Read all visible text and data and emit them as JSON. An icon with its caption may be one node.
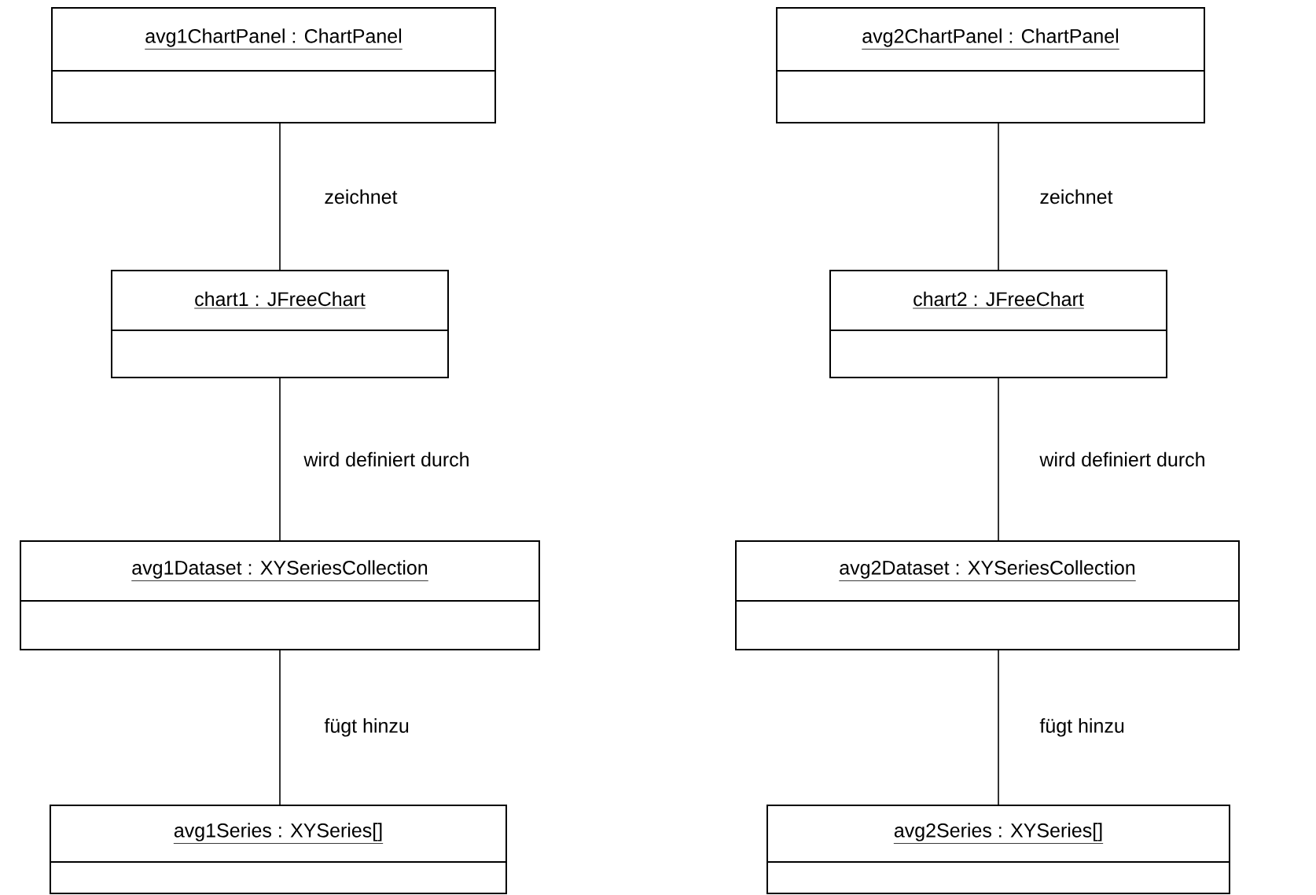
{
  "diagram": {
    "nodes": [
      {
        "text": [
          "avg1ChartPanel : ChartPanel"
        ]
      },
      {
        "text": [
          "chart1 : JFreeChart"
        ]
      },
      {
        "text": [
          "avg1Dataset : XYSeriesCollection"
        ]
      },
      {
        "text": [
          "avg1Series : XYSeries[]"
        ]
      },
      {
        "text": [
          "avg2ChartPanel : ChartPanel"
        ]
      },
      {
        "text": [
          "chart2 : JFreeChart"
        ]
      },
      {
        "text": [
          "avg2Dataset : XYSeriesCollection"
        ]
      },
      {
        "text": [
          "avg2Series : XYSeries[]"
        ]
      }
    ],
    "edges": [
      {
        "from": 0,
        "to": 1,
        "arrow": "none",
        "label": "zeichnet"
      },
      {
        "from": 1,
        "to": 2,
        "arrow": "none",
        "label": "wird definiert durch"
      },
      {
        "from": 2,
        "to": 3,
        "arrow": "none",
        "label": "fügt hinzu"
      },
      {
        "from": 4,
        "to": 5,
        "arrow": "none",
        "label": "zeichnet"
      },
      {
        "from": 5,
        "to": 6,
        "arrow": "none",
        "label": "wird definiert durch"
      },
      {
        "from": 6,
        "to": 7,
        "arrow": "none",
        "label": "fügt hinzu"
      }
    ]
  }
}
